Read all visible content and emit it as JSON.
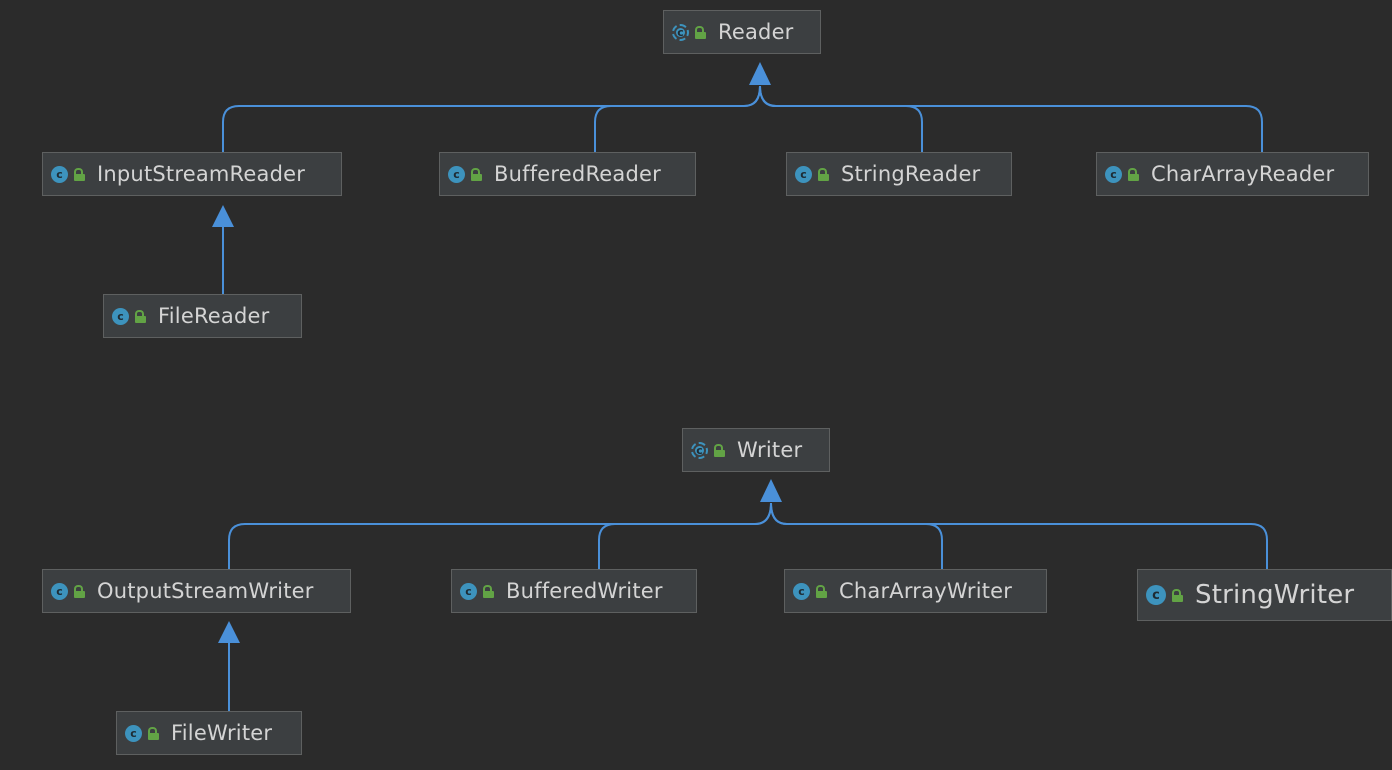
{
  "colors": {
    "background": "#2b2b2b",
    "node_fill": "#3c3f41",
    "node_border": "#5e6060",
    "edge": "#4a90d9",
    "class_icon": "#3d93bd",
    "visibility_icon": "#62a345"
  },
  "icons": {
    "class": "class-icon",
    "abstract_class": "abstract-class-icon",
    "visibility": "public-lock-icon"
  },
  "nodes": {
    "reader": {
      "label": "Reader",
      "kind": "abstract"
    },
    "input_stream_reader": {
      "label": "InputStreamReader",
      "kind": "class"
    },
    "buffered_reader": {
      "label": "BufferedReader",
      "kind": "class"
    },
    "string_reader": {
      "label": "StringReader",
      "kind": "class"
    },
    "char_array_reader": {
      "label": "CharArrayReader",
      "kind": "class"
    },
    "file_reader": {
      "label": "FileReader",
      "kind": "class"
    },
    "writer": {
      "label": "Writer",
      "kind": "abstract"
    },
    "output_stream_writer": {
      "label": "OutputStreamWriter",
      "kind": "class"
    },
    "buffered_writer": {
      "label": "BufferedWriter",
      "kind": "class"
    },
    "char_array_writer": {
      "label": "CharArrayWriter",
      "kind": "class"
    },
    "string_writer": {
      "label": "StringWriter",
      "kind": "class"
    },
    "file_writer": {
      "label": "FileWriter",
      "kind": "class"
    }
  },
  "edges": [
    {
      "from": "input_stream_reader",
      "to": "reader"
    },
    {
      "from": "buffered_reader",
      "to": "reader"
    },
    {
      "from": "string_reader",
      "to": "reader"
    },
    {
      "from": "char_array_reader",
      "to": "reader"
    },
    {
      "from": "file_reader",
      "to": "input_stream_reader"
    },
    {
      "from": "output_stream_writer",
      "to": "writer"
    },
    {
      "from": "buffered_writer",
      "to": "writer"
    },
    {
      "from": "char_array_writer",
      "to": "writer"
    },
    {
      "from": "string_writer",
      "to": "writer"
    },
    {
      "from": "file_writer",
      "to": "output_stream_writer"
    }
  ]
}
